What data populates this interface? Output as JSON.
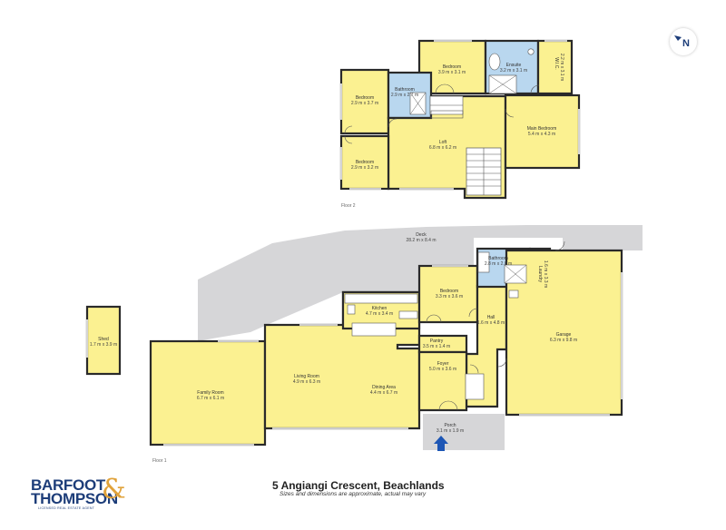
{
  "compass": {
    "letter": "N"
  },
  "floors": {
    "upper_label": "Floor 2",
    "lower_label": "Floor 1"
  },
  "rooms": {
    "bedroom_a": {
      "name": "Bedroom",
      "dims": "3.9 m x 3.1 m"
    },
    "ensuite": {
      "name": "Ensuite",
      "dims": "3.2 m x 3.1 m"
    },
    "wic": {
      "name": "W.I.C.",
      "dims": "2.2 m x 3.1 m"
    },
    "bedroom_b": {
      "name": "Bedroom",
      "dims": "2.9 m x 3.7 m"
    },
    "bathroom_up": {
      "name": "Bathroom",
      "dims": "2.9 m x 2.7 m"
    },
    "loft": {
      "name": "Loft",
      "dims": "6.8 m x 6.2 m"
    },
    "main_bedroom": {
      "name": "Main Bedroom",
      "dims": "5.4 m x 4.3 m"
    },
    "bedroom_c": {
      "name": "Bedroom",
      "dims": "2.9 m x 3.2 m"
    },
    "deck": {
      "name": "Deck",
      "dims": "28.2 m x 8.4 m"
    },
    "bathroom_low": {
      "name": "Bathroom",
      "dims": "2.8 m x 2.0 m"
    },
    "laundry": {
      "name": "Laundry",
      "dims": "1.6 m x 3.3 m"
    },
    "bedroom_d": {
      "name": "Bedroom",
      "dims": "3.3 m x 3.6 m"
    },
    "kitchen": {
      "name": "Kitchen",
      "dims": "4.7 m x 3.4 m"
    },
    "hall": {
      "name": "Hall",
      "dims": "1.6 m x 4.8 m"
    },
    "garage": {
      "name": "Garage",
      "dims": "6.3 m x 9.8 m"
    },
    "shed": {
      "name": "Shed",
      "dims": "1.7 m x 3.9 m"
    },
    "pantry": {
      "name": "Pantry",
      "dims": "3.5 m x 1.4 m"
    },
    "foyer": {
      "name": "Foyer",
      "dims": "5.0 m x 3.6 m"
    },
    "living": {
      "name": "Living Room",
      "dims": "4.9 m x 6.3 m"
    },
    "dining": {
      "name": "Dining Area",
      "dims": "4.4 m x 6.7 m"
    },
    "family": {
      "name": "Family Room",
      "dims": "6.7 m x 6.1 m"
    },
    "porch": {
      "name": "Porch",
      "dims": "3.1 m x 1.9 m"
    }
  },
  "branding": {
    "line1": "BARFOOT",
    "line2": "THOMPSON",
    "ampersand": "&",
    "tagline": "LICENSED REAL ESTATE AGENT"
  },
  "footer": {
    "address": "5 Angiangi Crescent, Beachlands",
    "note": "Sizes and dimensions are approximate, actual may vary"
  },
  "colors": {
    "room": "#fbf191",
    "wet": "#b9d7ef",
    "deck": "#d6d6d8",
    "wall": "#2a2a2a",
    "brand": "#1d3d79",
    "brand_accent": "#e0a23a"
  }
}
